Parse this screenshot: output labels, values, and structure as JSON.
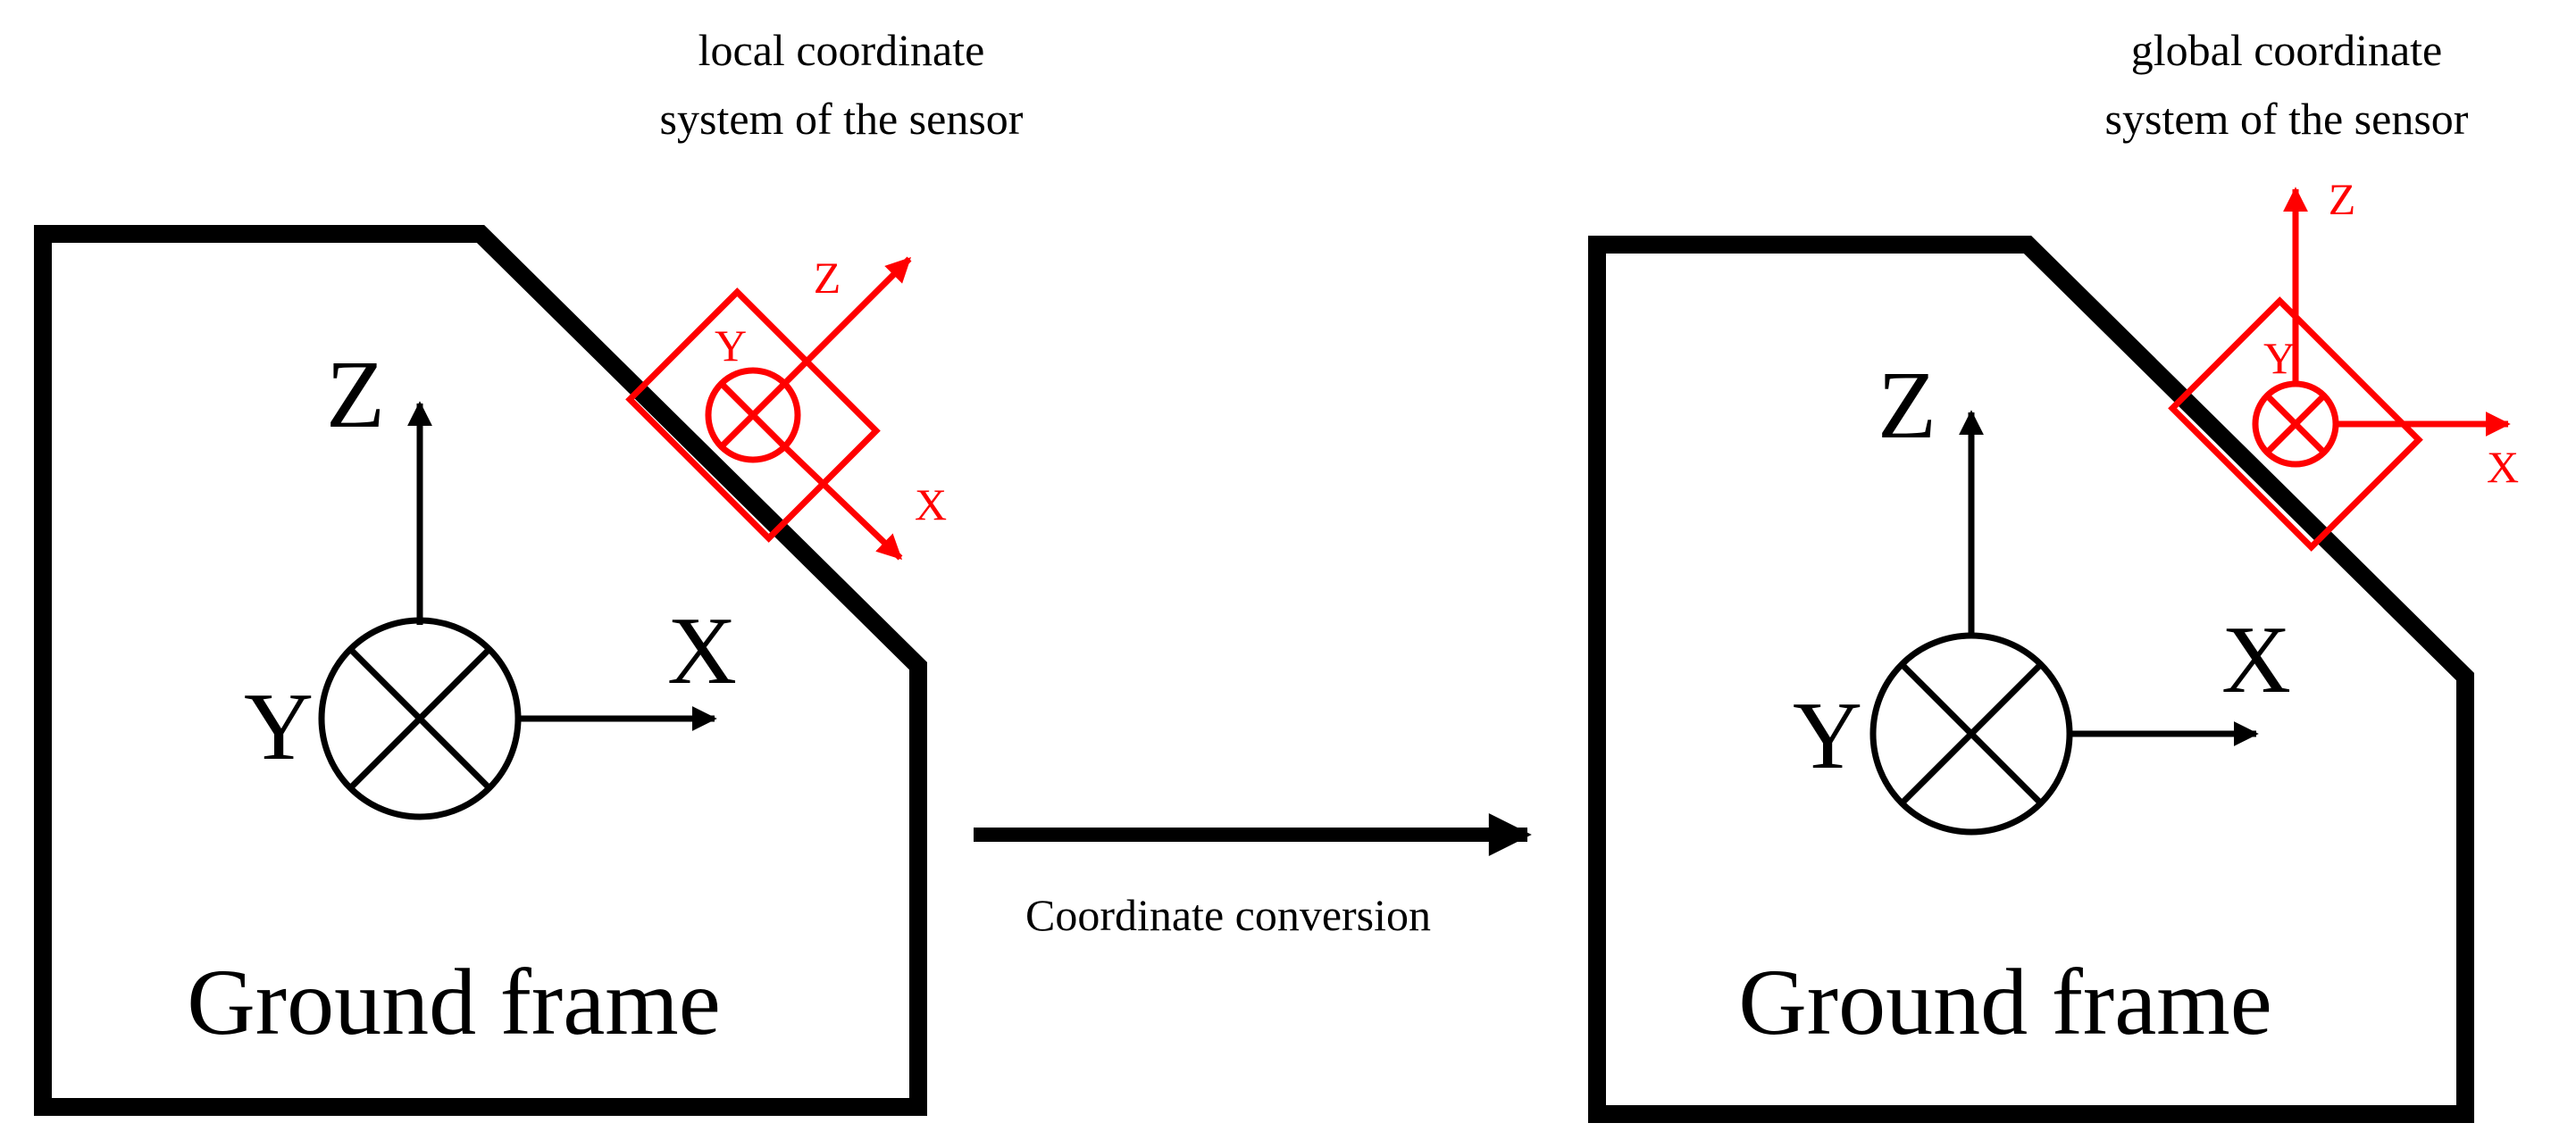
{
  "colors": {
    "frame": "#000000",
    "sensor": "#ff0000",
    "background": "#ffffff"
  },
  "left_panel": {
    "caption_line1": "local coordinate",
    "caption_line2": "system of the sensor",
    "frame_label": "Ground frame",
    "ground_axes": {
      "z": "Z",
      "x": "X",
      "y": "Y"
    },
    "sensor_axes": {
      "z": "Z",
      "x": "X",
      "y": "Y"
    }
  },
  "right_panel": {
    "caption_line1": "global coordinate",
    "caption_line2": "system of the sensor",
    "frame_label": "Ground frame",
    "ground_axes": {
      "z": "Z",
      "x": "X",
      "y": "Y"
    },
    "sensor_axes": {
      "z": "Z",
      "x": "X",
      "y": "Y"
    }
  },
  "conversion": {
    "label": "Coordinate conversion"
  }
}
